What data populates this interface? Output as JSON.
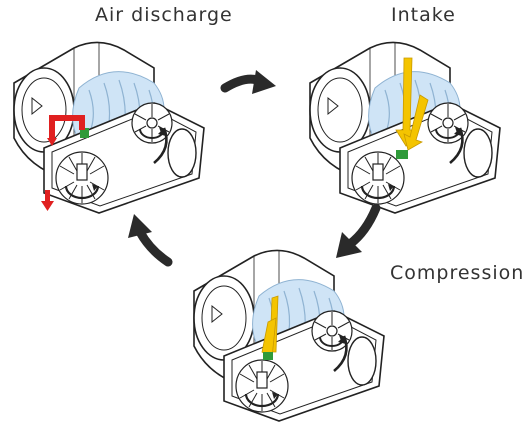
{
  "labels": {
    "air_discharge": "Air discharge",
    "intake": "Intake",
    "compression": "Compression"
  },
  "colors": {
    "outline": "#222222",
    "rotor_fill": "#cfe4f6",
    "intake_arrow": "#f4c400",
    "discharge_arrow": "#e02020",
    "port_green": "#2f9a3a",
    "cycle_arrow": "#2a2a2a"
  },
  "icons": [
    "compressor-stage-icon",
    "cycle-arrow-icon",
    "rotation-arrow-icon"
  ],
  "stages": [
    "air_discharge",
    "intake",
    "compression"
  ]
}
